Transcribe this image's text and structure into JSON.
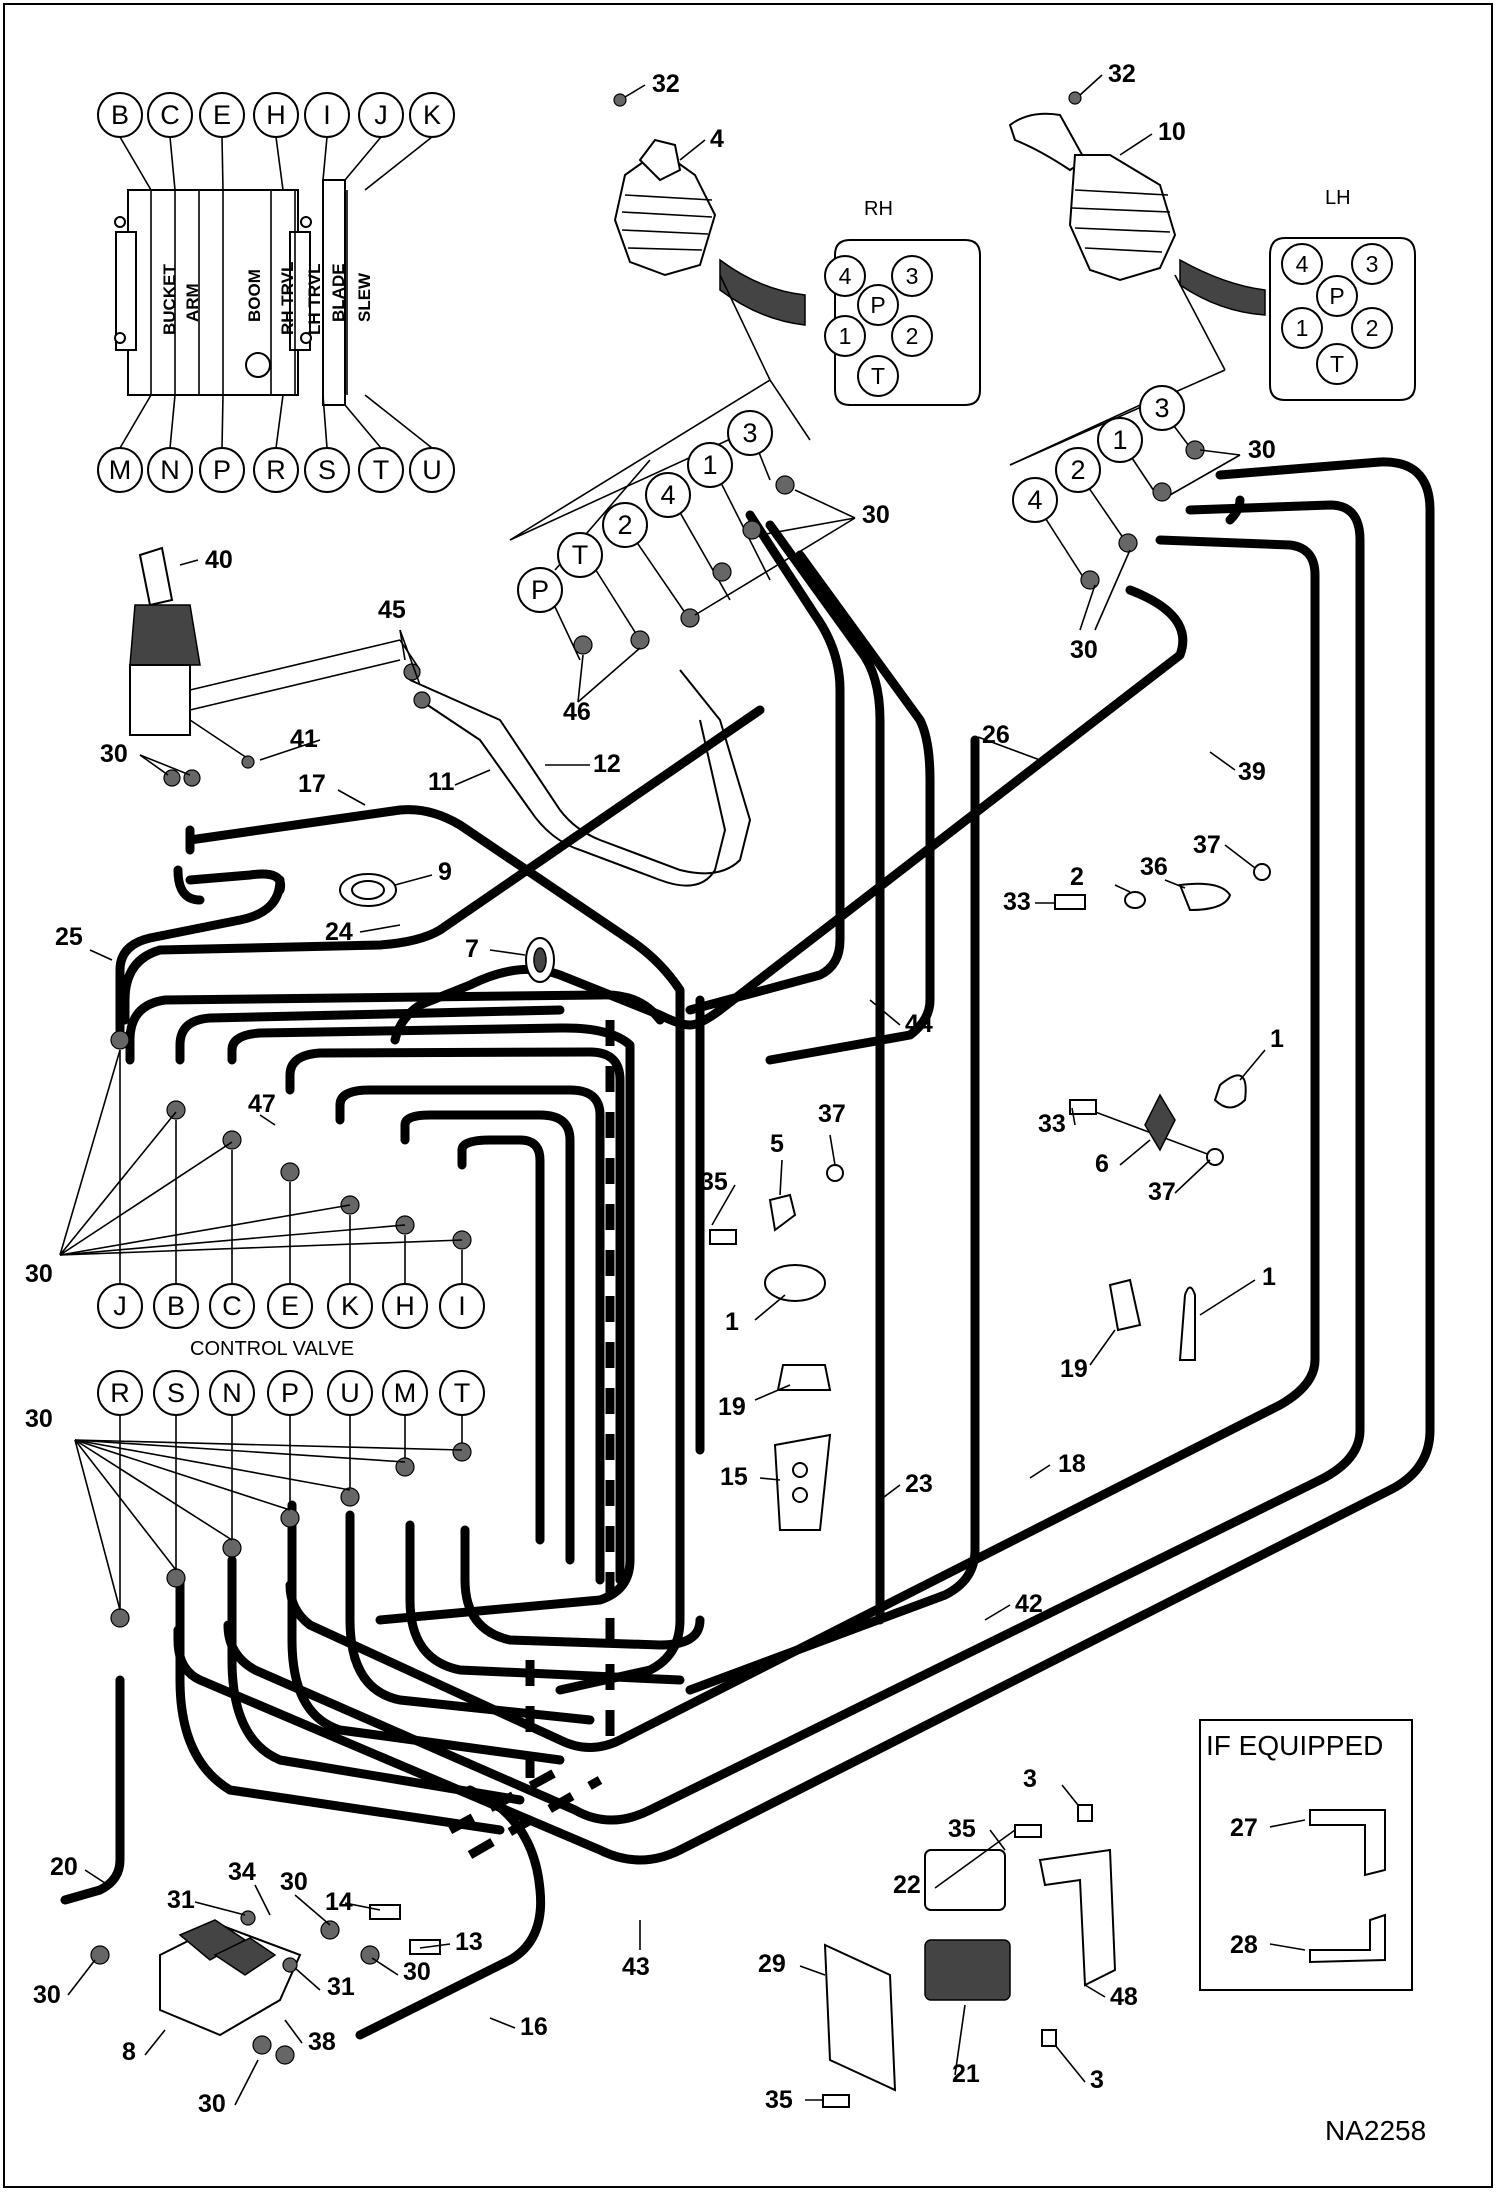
{
  "diagram_id": "NA2258",
  "control_valve": {
    "caption": "CONTROL VALVE",
    "top_ports": [
      "B",
      "C",
      "E",
      "H",
      "I",
      "J",
      "K"
    ],
    "bottom_ports": [
      "M",
      "N",
      "P",
      "R",
      "S",
      "T",
      "U"
    ],
    "sections": [
      "BUCKET",
      "ARM",
      "BOOM",
      "RH TRVL",
      "LH TRVL",
      "BLADE",
      "SLEW"
    ],
    "upper_row": [
      "J",
      "B",
      "C",
      "E",
      "K",
      "H",
      "I"
    ],
    "lower_row": [
      "R",
      "S",
      "N",
      "P",
      "U",
      "M",
      "T"
    ]
  },
  "joystick_rh": {
    "side_label": "RH",
    "connector_ports": [
      "4",
      "3",
      "P",
      "1",
      "2",
      "T"
    ],
    "hose_tags": [
      "P",
      "T",
      "2",
      "4",
      "1",
      "3"
    ]
  },
  "joystick_lh": {
    "side_label": "LH",
    "connector_ports": [
      "4",
      "3",
      "P",
      "1",
      "2",
      "T"
    ],
    "hose_tags": [
      "4",
      "2",
      "1",
      "3"
    ]
  },
  "if_equipped": {
    "title": "IF EQUIPPED",
    "callouts": [
      "27",
      "28"
    ]
  },
  "callouts": [
    "32",
    "4",
    "10",
    "32",
    "30",
    "30",
    "30",
    "40",
    "45",
    "46",
    "41",
    "30",
    "17",
    "11",
    "12",
    "26",
    "39",
    "9",
    "24",
    "7",
    "25",
    "44",
    "33",
    "2",
    "36",
    "37",
    "1",
    "33",
    "6",
    "37",
    "47",
    "30",
    "35",
    "5",
    "37",
    "1",
    "19",
    "1",
    "19",
    "15",
    "23",
    "18",
    "30",
    "42",
    "34",
    "30",
    "14",
    "31",
    "13",
    "31",
    "30",
    "20",
    "30",
    "38",
    "8",
    "30",
    "16",
    "43",
    "35",
    "3",
    "22",
    "29",
    "48",
    "21",
    "35",
    "3"
  ]
}
